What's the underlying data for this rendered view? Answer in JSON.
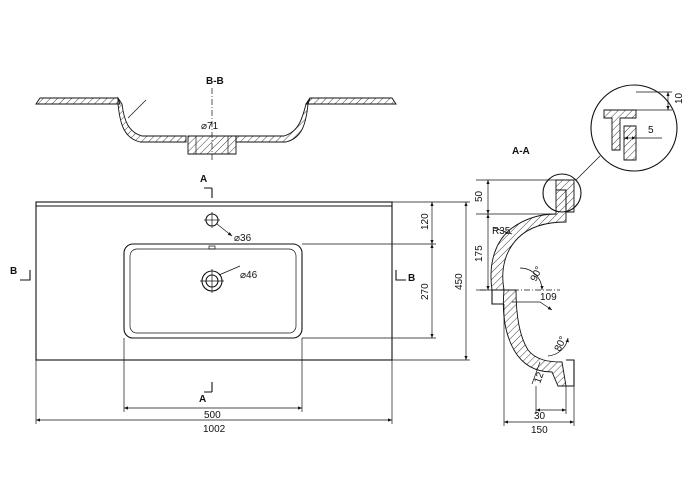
{
  "section_labels": {
    "bb_title": "B-B",
    "aa_title": "A-A",
    "a_top": "A",
    "a_bottom": "A",
    "b_left": "B",
    "b_right": "B"
  },
  "dimensions": {
    "d71": "⌀71",
    "d36": "⌀36",
    "d46": "⌀46",
    "w500": "500",
    "w1002": "1002",
    "h120": "120",
    "h270": "270",
    "h450": "450",
    "h50": "50",
    "h175": "175",
    "r35": "R35",
    "ang90": "90°",
    "d109": "109",
    "ang80": "80°",
    "d12": "12",
    "d30": "30",
    "d150": "150",
    "d10": "10",
    "d5": "5"
  },
  "colors": {
    "line": "#111111",
    "background": "#ffffff"
  }
}
